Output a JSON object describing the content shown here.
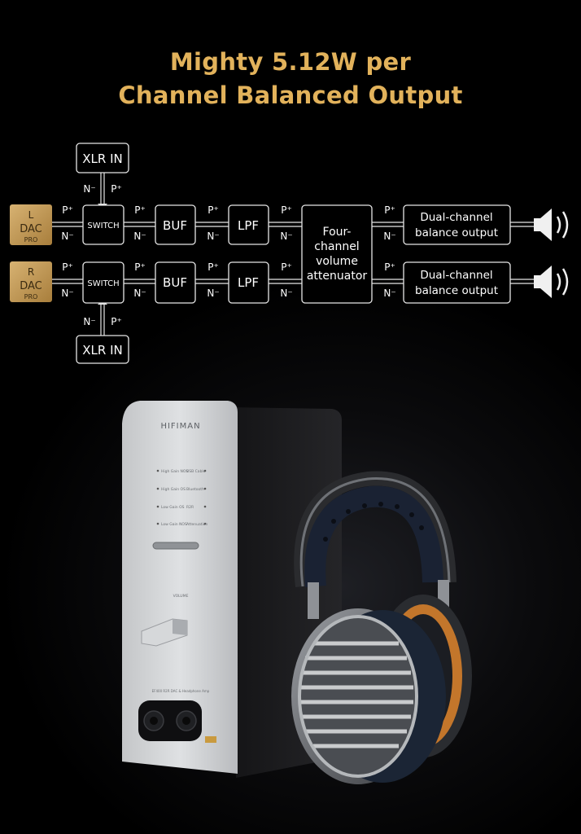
{
  "title": {
    "line1": "Mighty 5.12W per",
    "line2": "Channel Balanced Output"
  },
  "diagram": {
    "xlr_in": "XLR IN",
    "p_label": "P⁺",
    "n_label": "N⁻",
    "dac_left": {
      "letter": "L",
      "label": "DAC",
      "sub": "PRO"
    },
    "dac_right": {
      "letter": "R",
      "label": "DAC",
      "sub": "PRO"
    },
    "switch": "SWITCH",
    "buf": "BUF",
    "lpf": "LPF",
    "attenuator": [
      "Four-",
      "channel",
      "volume",
      "attenuator"
    ],
    "output": [
      "Dual-channel",
      "balance output"
    ]
  },
  "product": {
    "brand": "HIFIMAN",
    "inputs": [
      "High Gain NOS",
      "High Gain OS",
      "Low Gain OS",
      "Low Gain NOS"
    ],
    "modes": [
      "USB Cable",
      "Bluetooth",
      "R2R",
      "Attenuation"
    ],
    "volume": "VOLUME",
    "model_text": "EF400 R2R DAC & Headphone Amp"
  },
  "colors": {
    "gold": "#e2b25b",
    "dac_gold": "#c9a060",
    "line": "#e6e6e6"
  }
}
